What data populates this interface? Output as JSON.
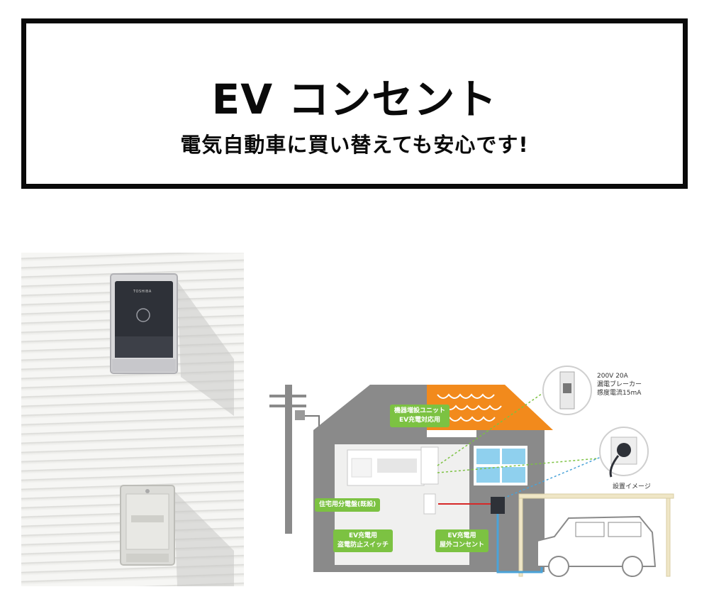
{
  "header": {
    "title": "EV コンセント",
    "subtitle": "電気自動車に買い替えても安心です!"
  },
  "photo": {
    "brand": "TOSHIBA"
  },
  "diagram": {
    "callouts": {
      "unit": [
        "機器増設ユニット",
        "EV充電対応用"
      ],
      "panel": "住宅用分電盤(既設)",
      "switch": [
        "EV充電用",
        "盗電防止スイッチ"
      ],
      "outlet": [
        "EV充電用",
        "屋外コンセント"
      ]
    },
    "breaker_spec": [
      "200V 20A",
      "漏電ブレーカー",
      "感度電流15mA"
    ],
    "install_image_label": "設置イメージ"
  },
  "colors": {
    "callout_green": "#7cc242",
    "roof_orange": "#f28a1c",
    "house_gray": "#8a8a8a",
    "window_blue": "#8fd0ee",
    "cable_blue": "#4aa3d8",
    "cable_red": "#d62828"
  }
}
